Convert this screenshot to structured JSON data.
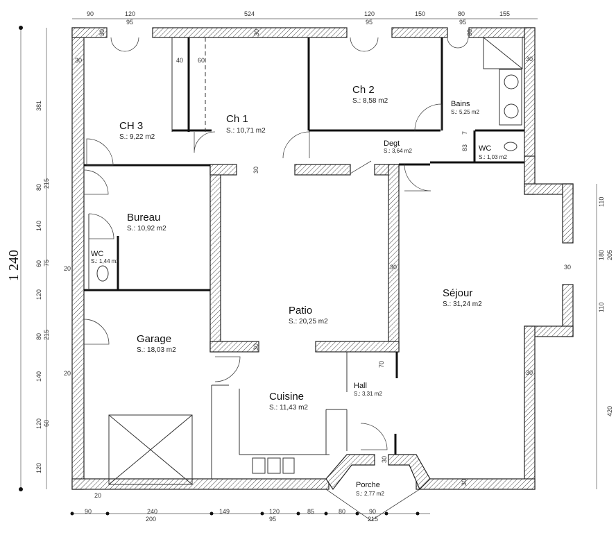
{
  "plan": {
    "total_height_label": "1 240",
    "rooms": [
      {
        "name": "CH 3",
        "area": "S.: 9,22 m2"
      },
      {
        "name": "Ch 1",
        "area": "S.: 10,71 m2"
      },
      {
        "name": "Ch 2",
        "area": "S.: 8,58 m2"
      },
      {
        "name": "Bains",
        "area": "S.: 5,25 m2"
      },
      {
        "name": "Degt",
        "area": "S.: 3,64 m2"
      },
      {
        "name": "WC",
        "area": "S.: 1,03 m2"
      },
      {
        "name": "Bureau",
        "area": "S.: 10,92 m2"
      },
      {
        "name": "WC",
        "area": "S.: 1,44 m2"
      },
      {
        "name": "Patio",
        "area": "S.: 20,25 m2"
      },
      {
        "name": "Séjour",
        "area": "S.: 31,24 m2"
      },
      {
        "name": "Garage",
        "area": "S.: 18,03 m2"
      },
      {
        "name": "Cuisine",
        "area": "S.: 11,43 m2"
      },
      {
        "name": "Hall",
        "area": "S.: 3,31 m2"
      },
      {
        "name": "Porche",
        "area": "S.: 2,77 m2"
      }
    ],
    "top_dims_row1": [
      "90",
      "120",
      "524",
      "120",
      "150",
      "80",
      "155"
    ],
    "top_dims_row2": [
      "95",
      "95",
      "95"
    ],
    "bottom_dims_row1": [
      "90",
      "240",
      "149",
      "120",
      "85",
      "80",
      "90"
    ],
    "bottom_dims_row2": [
      "200",
      "95",
      "215"
    ],
    "left_dims_outer": [
      "381",
      "215",
      "140",
      "75",
      "120",
      "215",
      "140",
      "60",
      "120"
    ],
    "left_dims_inner": [
      "80",
      "60",
      "80",
      "120"
    ],
    "left_wall_labels": [
      "20",
      "20",
      "20"
    ],
    "right_dims_outer": [
      "205",
      "420"
    ],
    "right_dims_inner": [
      "110",
      "180",
      "110"
    ],
    "wall_thickness_labels": [
      "30",
      "30",
      "30",
      "30",
      "30",
      "30",
      "30",
      "30",
      "30",
      "30",
      "30",
      "30"
    ],
    "misc_labels": [
      "40",
      "60",
      "70",
      "83",
      "7"
    ]
  }
}
